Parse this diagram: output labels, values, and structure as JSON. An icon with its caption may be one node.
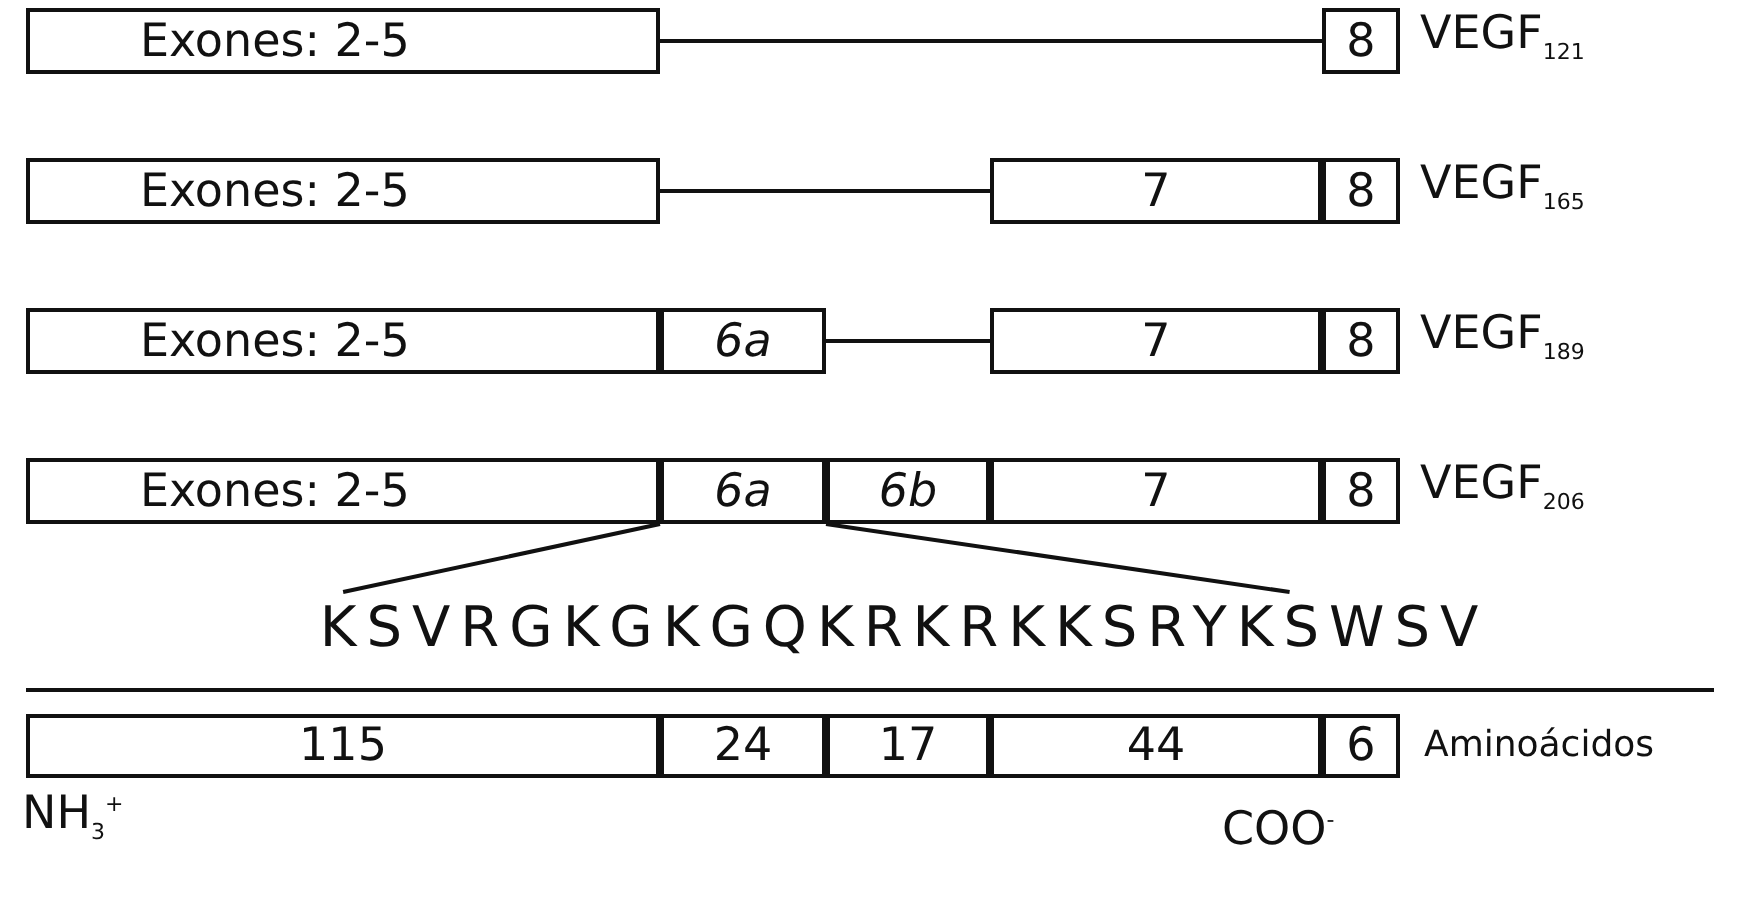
{
  "diagram": {
    "nodes": [
      {
        "text": [
          "Exones: 2-5"
        ]
      },
      {
        "text": [
          "8"
        ],
        "beside": [
          "VEGF$_{121}$"
        ]
      },
      {
        "text": [
          "Exones: 2-5"
        ]
      },
      {
        "text": [
          "7"
        ]
      },
      {
        "text": [
          "8"
        ],
        "beside": [
          "VEGF$_{165}$"
        ]
      },
      {
        "text": [
          "Exones: 2-5"
        ]
      },
      {
        "text": [
          "6a"
        ]
      },
      {
        "text": [
          "7"
        ]
      },
      {
        "text": [
          "8"
        ],
        "beside": [
          "VEGF$_{189}$"
        ]
      },
      {
        "text": [
          "Exones: 2-5"
        ]
      },
      {
        "text": [
          "6a"
        ]
      },
      {
        "text": [
          "6b"
        ]
      },
      {
        "text": [
          "7"
        ]
      },
      {
        "text": [
          "8"
        ],
        "beside": [
          "VEGF$_{206}$"
        ]
      },
      {
        "text": [
          "KSVRGKGKGQKRKRKKSRYKSWSV"
        ]
      },
      {
        "text": [
          "115"
        ]
      },
      {
        "text": [
          "24"
        ]
      },
      {
        "text": [
          "17"
        ]
      },
      {
        "text": [
          "44"
        ]
      },
      {
        "text": [
          "6"
        ]
      }
    ],
    "edges": [
      {
        "from": 0,
        "to": 1,
        "arrow": "none"
      },
      {
        "from": 2,
        "to": 3,
        "arrow": "none"
      },
      {
        "from": 6,
        "to": 7,
        "arrow": "none"
      },
      {
        "from": 10,
        "to": 14,
        "arrow": "none"
      },
      {
        "from": 10,
        "to": 14,
        "arrow": "none"
      }
    ],
    "labels": [
      "Aminoácidos",
      "NH$_{3}$$^{+}$",
      "COO$^{-}$"
    ]
  }
}
